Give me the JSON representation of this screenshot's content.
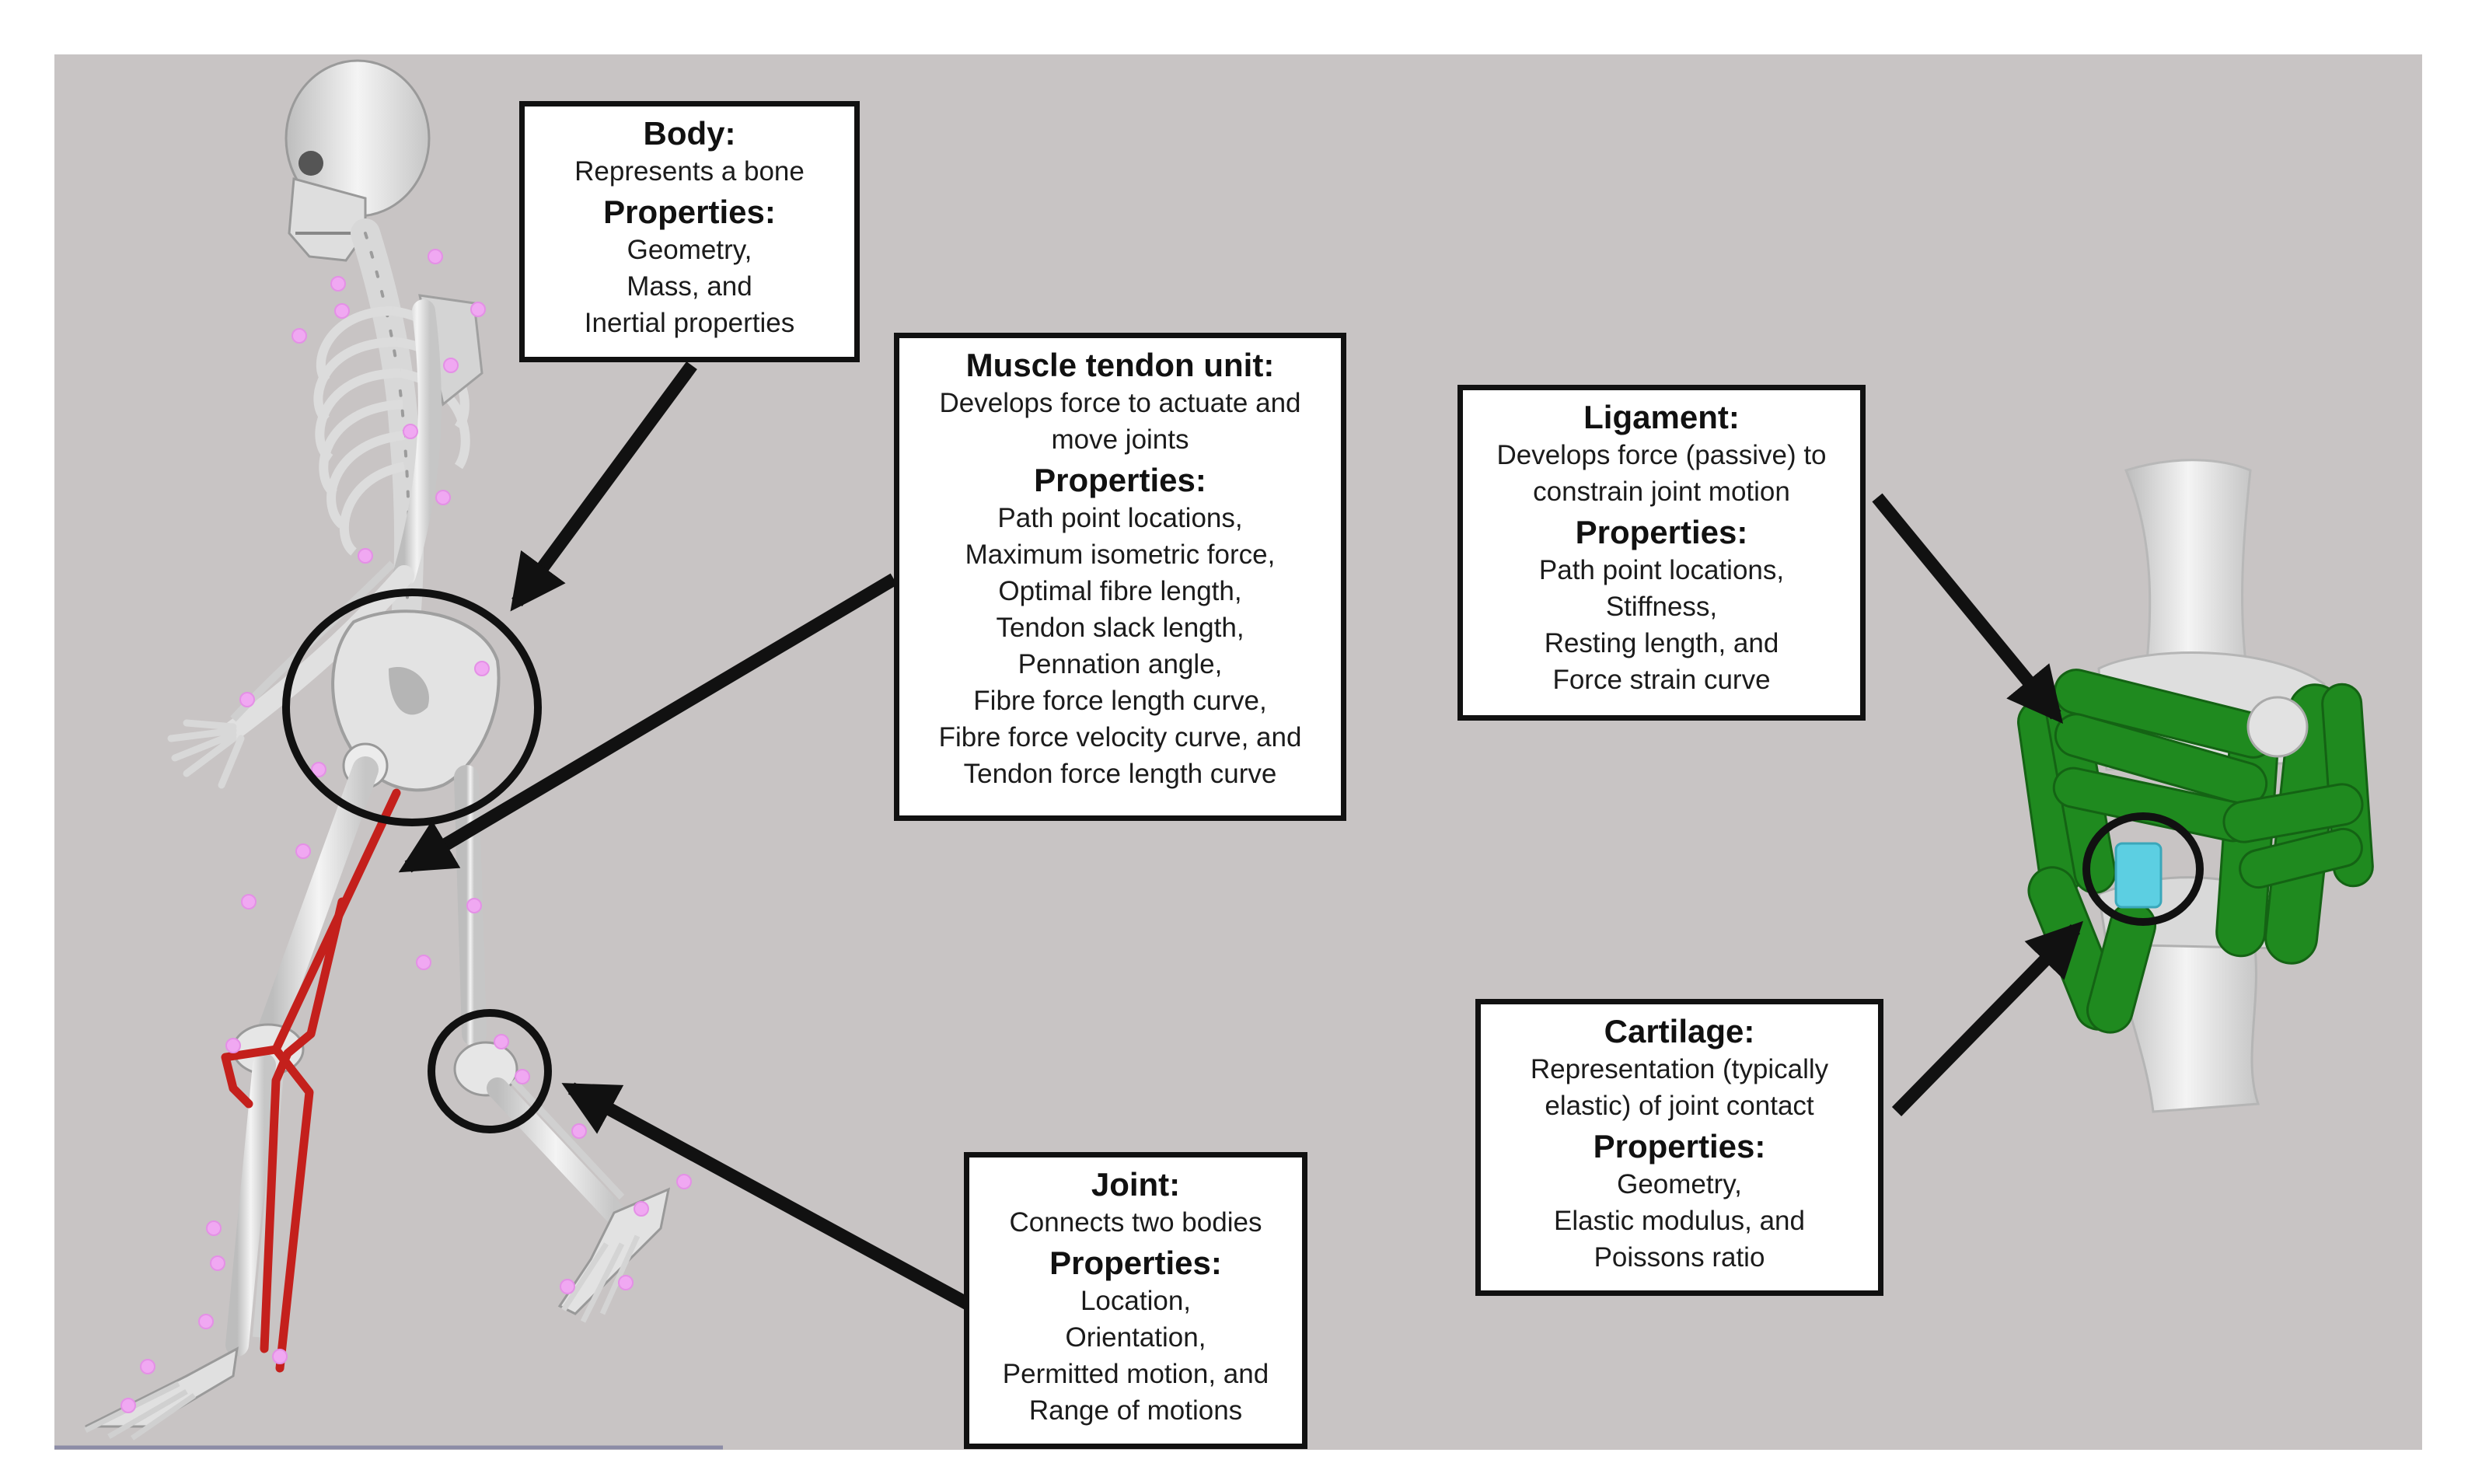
{
  "colors": {
    "background": "#c8c4c4",
    "bone": "#e4e4e4",
    "muscle": "#c4201c",
    "marker": "#f0a8f2",
    "ligament": "#1f8a1f",
    "cartilage": "#5ccfe2",
    "callout": "#111111"
  },
  "boxes": {
    "body": {
      "title": "Body:",
      "description": "Represents a bone",
      "properties_heading": "Properties:",
      "properties": [
        "Geometry,",
        "Mass, and",
        "Inertial properties"
      ]
    },
    "muscle": {
      "title": "Muscle tendon unit:",
      "description": [
        "Develops force to actuate and",
        "move joints"
      ],
      "properties_heading": "Properties:",
      "properties": [
        "Path point locations,",
        "Maximum isometric force,",
        "Optimal fibre length,",
        "Tendon slack length,",
        "Pennation angle,",
        "Fibre force length curve,",
        "Fibre force velocity curve, and",
        "Tendon force length curve"
      ]
    },
    "ligament": {
      "title": "Ligament:",
      "description": [
        "Develops force (passive) to",
        "constrain joint motion"
      ],
      "properties_heading": "Properties:",
      "properties": [
        "Path point locations,",
        "Stiffness,",
        "Resting length, and",
        "Force strain curve"
      ]
    },
    "joint": {
      "title": "Joint:",
      "description": "Connects two bodies",
      "properties_heading": "Properties:",
      "properties": [
        "Location,",
        "Orientation,",
        "Permitted motion, and",
        "Range of motions"
      ]
    },
    "cartilage": {
      "title": "Cartilage:",
      "description": [
        "Representation (typically",
        "elastic) of joint contact"
      ],
      "properties_heading": "Properties:",
      "properties": [
        "Geometry,",
        "Elastic modulus, and",
        "Poissons ratio"
      ]
    }
  }
}
